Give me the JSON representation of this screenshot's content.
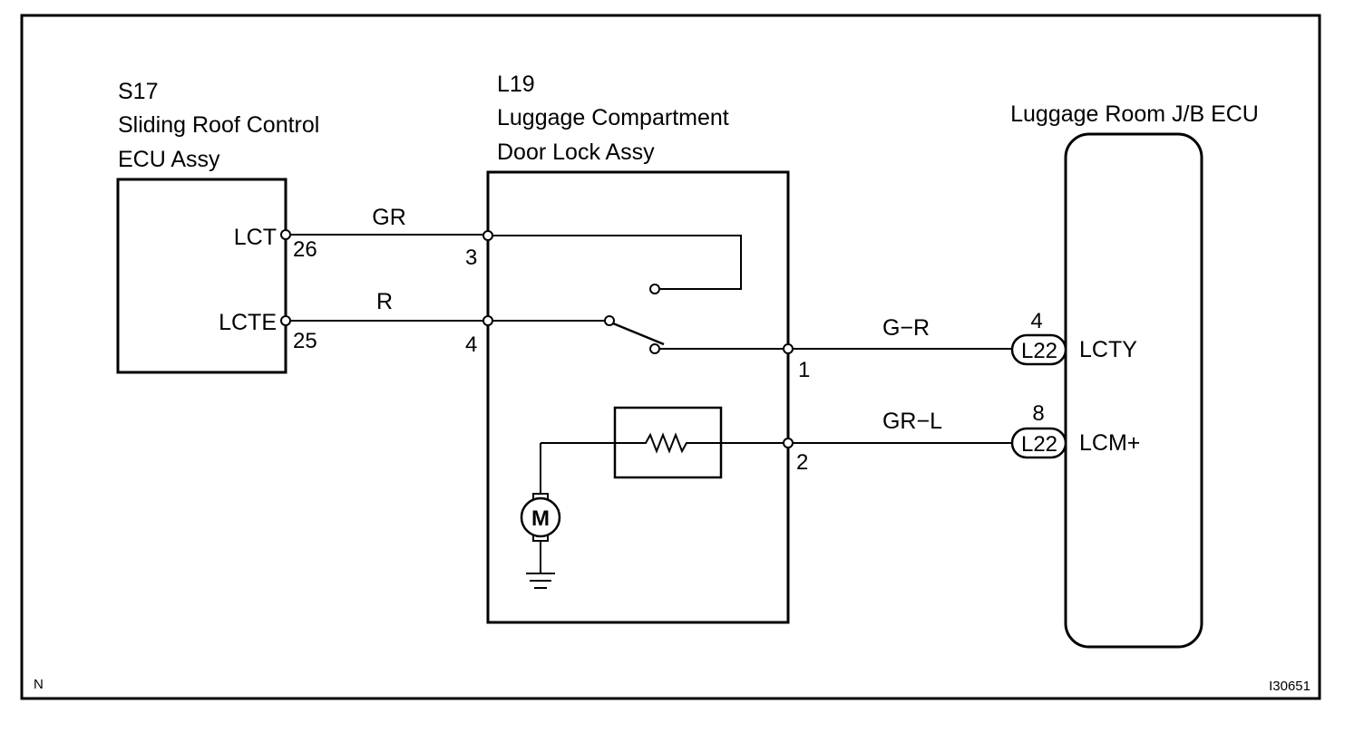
{
  "components": {
    "s17": {
      "id": "S17",
      "name_line1": "Sliding Roof Control",
      "name_line2": "ECU Assy",
      "terminals": [
        {
          "name": "LCT",
          "pin": "26"
        },
        {
          "name": "LCTE",
          "pin": "25"
        }
      ]
    },
    "l19": {
      "id": "L19",
      "name_line1": "Luggage Compartment",
      "name_line2": "Door Lock Assy",
      "pins": {
        "p3": "3",
        "p4": "4",
        "p1": "1",
        "p2": "2"
      },
      "motor_label": "M"
    },
    "ecu": {
      "name": "Luggage Room J/B ECU",
      "terminals": [
        {
          "connector": "L22",
          "pin": "4",
          "name": "LCTY"
        },
        {
          "connector": "L22",
          "pin": "8",
          "name": "LCM+"
        }
      ]
    }
  },
  "wires": {
    "w1": "GR",
    "w2": "R",
    "w3": "G−R",
    "w4": "GR−L"
  },
  "footer": {
    "left_code": "N",
    "figure_id": "I30651"
  }
}
